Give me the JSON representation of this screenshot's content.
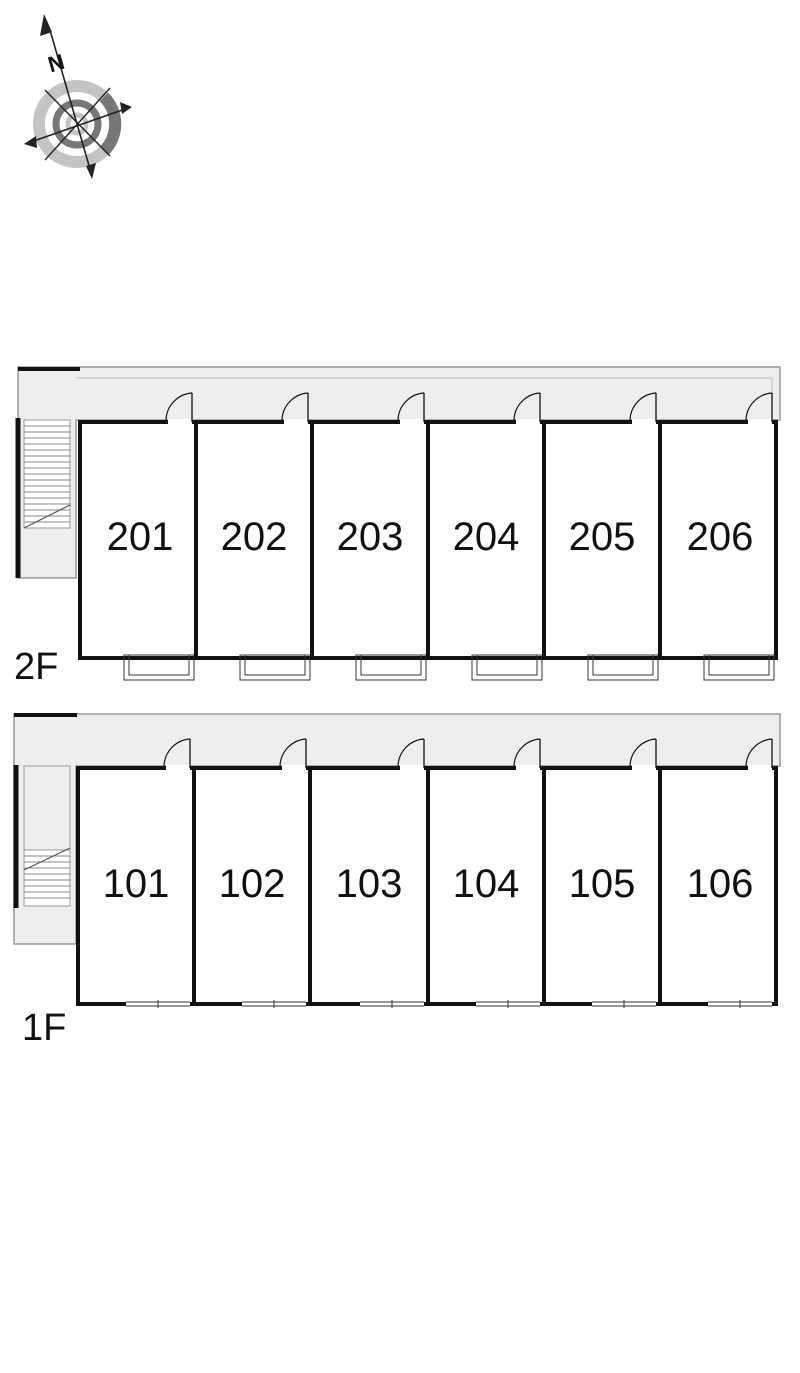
{
  "compass": {
    "north_letter": "N",
    "icon": "compass-rose-icon"
  },
  "floors": [
    {
      "label": "2F",
      "units": [
        "201",
        "202",
        "203",
        "204",
        "205",
        "206"
      ],
      "has_balconies": true
    },
    {
      "label": "1F",
      "units": [
        "101",
        "102",
        "103",
        "104",
        "105",
        "106"
      ],
      "has_balconies": false
    }
  ],
  "colors": {
    "wall": "#111111",
    "corridor": "#eeeeee",
    "corridor_outline": "#999999",
    "compass_ring_dark": "#777777",
    "compass_ring_light": "#c4c4c4"
  }
}
